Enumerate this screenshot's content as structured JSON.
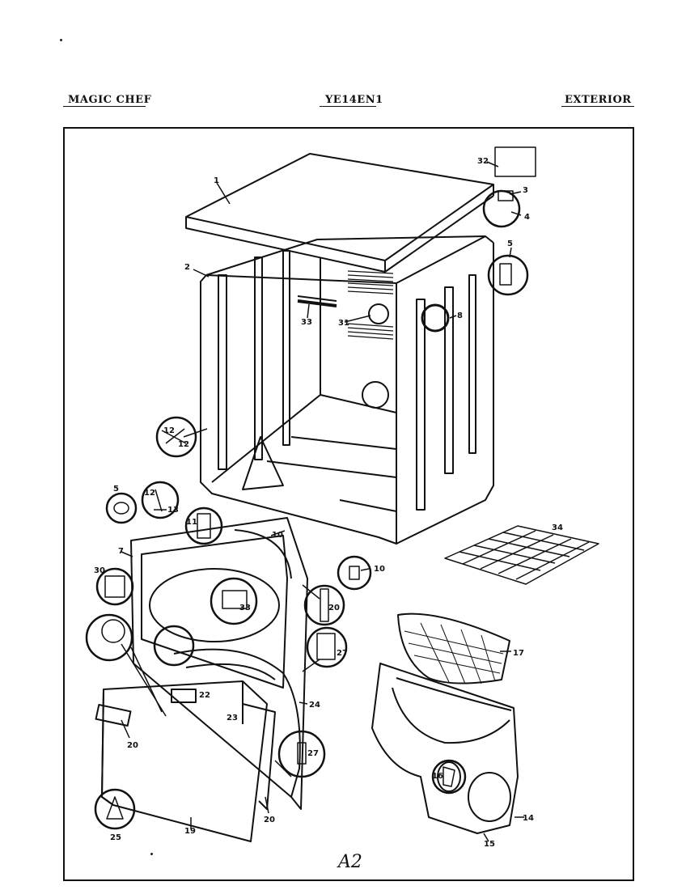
{
  "header": {
    "brand": "MAGIC CHEF",
    "model": "YE14EN1",
    "section": "EXTERIOR"
  },
  "page_mark": "A2",
  "callouts": [
    {
      "id": "c1",
      "text": "1"
    },
    {
      "id": "c2",
      "text": "2"
    },
    {
      "id": "c3",
      "text": "3"
    },
    {
      "id": "c4",
      "text": "4"
    },
    {
      "id": "c5a",
      "text": "5"
    },
    {
      "id": "c5b",
      "text": "5"
    },
    {
      "id": "c7",
      "text": "7"
    },
    {
      "id": "c8",
      "text": "8"
    },
    {
      "id": "c10a",
      "text": "10"
    },
    {
      "id": "c10b",
      "text": "10"
    },
    {
      "id": "c11",
      "text": "11"
    },
    {
      "id": "c12a",
      "text": "12"
    },
    {
      "id": "c12b",
      "text": "12"
    },
    {
      "id": "c12c",
      "text": "12"
    },
    {
      "id": "c13",
      "text": "13"
    },
    {
      "id": "c14",
      "text": "14"
    },
    {
      "id": "c15",
      "text": "15"
    },
    {
      "id": "c16",
      "text": "16"
    },
    {
      "id": "c17",
      "text": "17"
    },
    {
      "id": "c19",
      "text": "19"
    },
    {
      "id": "c20a",
      "text": "20"
    },
    {
      "id": "c20b",
      "text": "20"
    },
    {
      "id": "c20c",
      "text": "20"
    },
    {
      "id": "c22",
      "text": "22"
    },
    {
      "id": "c23",
      "text": "23"
    },
    {
      "id": "c24",
      "text": "24"
    },
    {
      "id": "c25",
      "text": "25"
    },
    {
      "id": "c27a",
      "text": "27"
    },
    {
      "id": "c27b",
      "text": "27"
    },
    {
      "id": "c30",
      "text": "30"
    },
    {
      "id": "c31",
      "text": "31"
    },
    {
      "id": "c32",
      "text": "32"
    },
    {
      "id": "c33a",
      "text": "33"
    },
    {
      "id": "c33b",
      "text": "33"
    },
    {
      "id": "c34",
      "text": "34"
    }
  ]
}
